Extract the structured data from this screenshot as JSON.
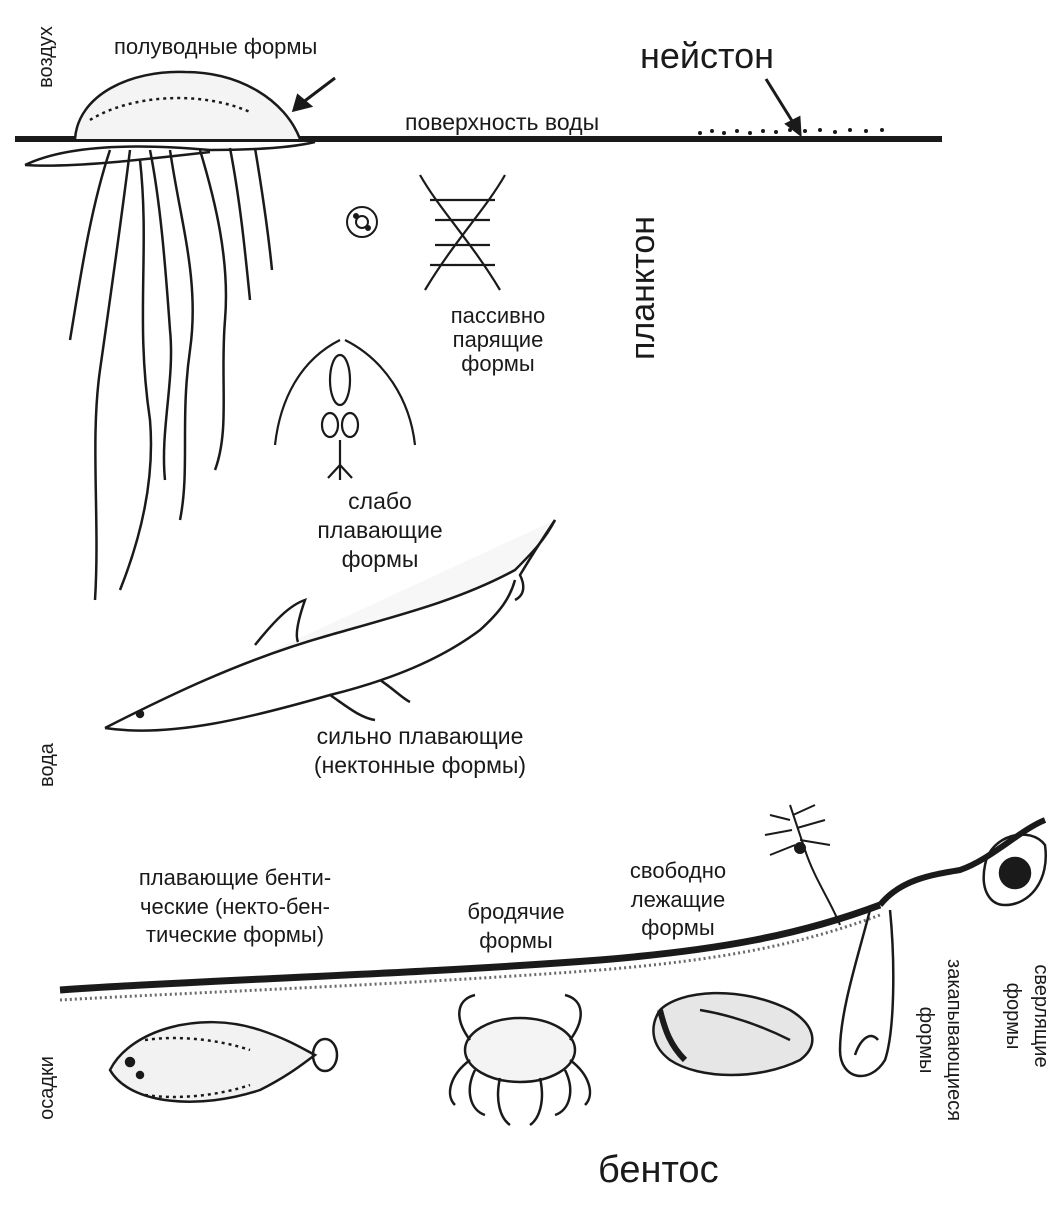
{
  "zones": {
    "air": "воздух",
    "water": "вода",
    "sediments": "осадки"
  },
  "groups": {
    "neuston": "нейстон",
    "plankton": "планктон",
    "benthos": "бентос"
  },
  "labels": {
    "semiaquatic": "полуводные формы",
    "water_surface": "поверхность воды",
    "passive_floating": [
      "пасcивно",
      "парящие",
      "формы"
    ],
    "weak_swimming": [
      "слабо",
      "плавающие",
      "формы"
    ],
    "strong_swimming": [
      "сильно плавающие",
      "(нектонные формы)"
    ],
    "nektobenthic": [
      "плавающие бенти-",
      "ческие (некто-бен-",
      "тические формы)"
    ],
    "wandering": [
      "бродячие",
      "формы"
    ],
    "free_lying": [
      "свободно",
      "лежащие",
      "формы"
    ],
    "burrowing": [
      "закапывающиеся",
      "формы"
    ],
    "boring": [
      "сверлящие",
      "формы"
    ]
  },
  "colors": {
    "ink": "#1a1a1a",
    "background": "#ffffff"
  }
}
